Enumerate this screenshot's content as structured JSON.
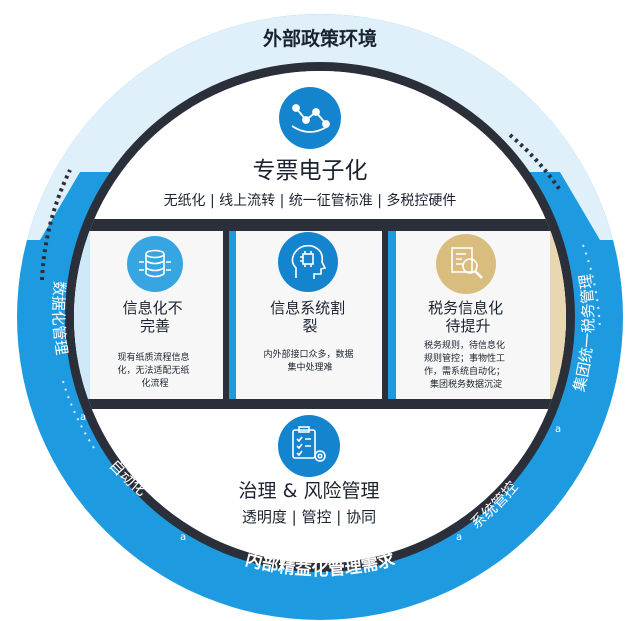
{
  "outer": {
    "top_label": "外部政策环境",
    "bottom_label": "内部精益化管理需求",
    "left_upper": "数据化管理",
    "left_lower": "自动化",
    "right_upper": "集团统一税务管理",
    "right_lower": "系统管控",
    "markers": [
      "a",
      "a",
      "a",
      "a"
    ]
  },
  "top_block": {
    "title": "专票电子化",
    "subtitle": "无纸化 | 线上流转 | 统一征管标准 | 多税控硬件"
  },
  "cards": [
    {
      "title_lines": [
        "信息化不",
        "完善"
      ],
      "desc_lines": [
        "现有纸质流程信息",
        "化，无法适配无纸",
        "化流程"
      ]
    },
    {
      "title_lines": [
        "信息系统割",
        "裂"
      ],
      "desc_lines": [
        "内外部接口众多，数据",
        "集中处理难"
      ]
    },
    {
      "title_lines": [
        "税务信息化",
        "待提升"
      ],
      "desc_lines": [
        "税务规则，待信息化",
        "规则管控；事物性工",
        "作，需系统自动化；",
        "集团税务数据沉淀"
      ]
    }
  ],
  "bottom_block": {
    "title": "治理 & 风险管理",
    "subtitle": "透明度 | 管控 | 协同"
  },
  "colors": {
    "ring_blue": "#1e9be0",
    "ring_light": "#dff0fa",
    "dark_band": "#2b2f3a",
    "icon_blue": "#1584cf",
    "icon_tan": "#d9bd7f"
  }
}
